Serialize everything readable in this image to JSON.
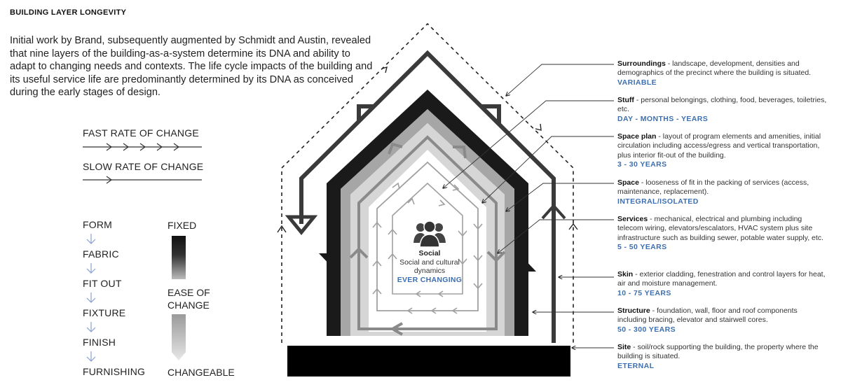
{
  "title": "BUILDING LAYER LONGEVITY",
  "intro": "Initial work by Brand, subsequently augmented by Schmidt and Austin, revealed that nine layers of the building-as-a-system determine its DNA and ability to adapt to changing needs and contexts. The life cycle impacts of the building and its useful service life are predominantly determined by its DNA as conceived during the early stages of design.",
  "rates": {
    "fast": "FAST RATE OF CHANGE",
    "slow": "SLOW RATE OF CHANGE"
  },
  "sequence": [
    "FORM",
    "FABRIC",
    "FIT OUT",
    "FIXTURE",
    "FINISH",
    "FURNISHING"
  ],
  "key": {
    "fixed": "FIXED",
    "ease": "EASE OF CHANGE",
    "changeable": "CHANGEABLE"
  },
  "center": {
    "title": "Social",
    "desc": "Social and cultural dynamics",
    "span": "EVER CHANGING"
  },
  "layers": [
    {
      "name": "Surroundings",
      "desc": " - landscape, development, densities and demographics of the precinct where the building is situated.",
      "span": "VARIABLE"
    },
    {
      "name": "Stuff",
      "desc": " - personal belongings, clothing, food, beverages, toiletries, etc.",
      "span": "DAY - MONTHS - YEARS"
    },
    {
      "name": "Space plan",
      "desc": " - layout of program elements and amenities, initial circulation including access/egress and vertical transportation, plus interior fit-out of the building.",
      "span": "3 - 30 YEARS"
    },
    {
      "name": "Space",
      "desc": " - looseness of fit in the packing of services (access, maintenance, replacement).",
      "span": "INTEGRAL/ISOLATED"
    },
    {
      "name": "Services",
      "desc": " - mechanical, electrical and plumbing including telecom wiring, elevators/escalators, HVAC system plus site infrastructure such as building sewer, potable water supply, etc.",
      "span": "5 - 50 YEARS"
    },
    {
      "name": "Skin",
      "desc": " - exterior cladding, fenestration and control layers for heat, air and moisture management.",
      "span": "10 - 75 YEARS"
    },
    {
      "name": "Structure",
      "desc": " - foundation, wall, floor and roof components including bracing, elevator and stairwell cores.",
      "span": "50 - 300 YEARS"
    },
    {
      "name": "Site",
      "desc": " - soil/rock supporting the building, the property where the building is situated.",
      "span": "ETERNAL"
    }
  ],
  "colors": {
    "accent": "#3d6fb0",
    "structure": "#1a1a1a",
    "skin": "#3a3a3a",
    "services": "#a6a6a6",
    "space": "#d6d6d6",
    "spaceplan_arrows": "#8a8a8a",
    "stuff_arrows": "#a0a0a0"
  }
}
